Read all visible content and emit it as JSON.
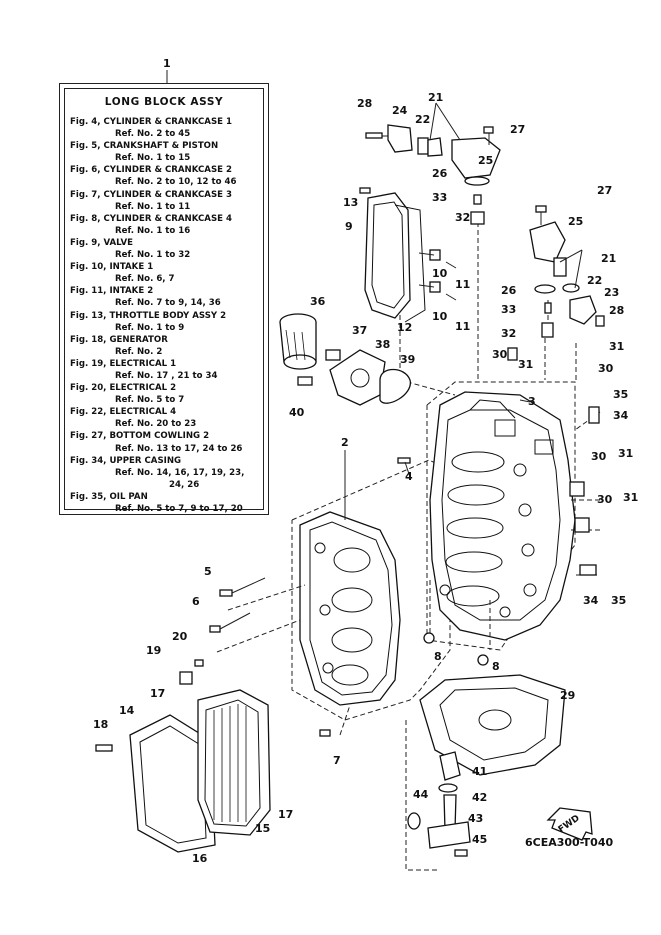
{
  "legend": {
    "ref_no": "1",
    "title": "LONG BLOCK ASSY",
    "entries": [
      {
        "fig": "Fig. 4, CYLINDER & CRANKCASE 1",
        "ref": "Ref. No. 2 to 45"
      },
      {
        "fig": "Fig. 5, CRANKSHAFT & PISTON",
        "ref": "Ref. No. 1 to 15"
      },
      {
        "fig": "Fig. 6, CYLINDER & CRANKCASE 2",
        "ref": "Ref. No. 2 to 10, 12 to 46"
      },
      {
        "fig": "Fig. 7, CYLINDER & CRANKCASE 3",
        "ref": "Ref. No. 1 to 11"
      },
      {
        "fig": "Fig. 8, CYLINDER & CRANKCASE 4",
        "ref": "Ref. No. 1 to 16"
      },
      {
        "fig": "Fig. 9, VALVE",
        "ref": "Ref. No. 1 to 32"
      },
      {
        "fig": "Fig. 10, INTAKE 1",
        "ref": "Ref. No. 6, 7"
      },
      {
        "fig": "Fig. 11, INTAKE 2",
        "ref": "Ref. No. 7 to 9, 14, 36"
      },
      {
        "fig": "Fig. 13, THROTTLE BODY ASSY 2",
        "ref": "Ref. No. 1 to 9"
      },
      {
        "fig": "Fig. 18, GENERATOR",
        "ref": "Ref. No. 2"
      },
      {
        "fig": "Fig. 19, ELECTRICAL 1",
        "ref": "Ref. No. 17 , 21 to 34"
      },
      {
        "fig": "Fig. 20, ELECTRICAL 2",
        "ref": "Ref. No. 5 to 7"
      },
      {
        "fig": "Fig. 22, ELECTRICAL 4",
        "ref": "Ref. No. 20 to 23"
      },
      {
        "fig": "Fig. 27, BOTTOM COWLING 2",
        "ref": "Ref. No. 13 to 17, 24 to 26"
      },
      {
        "fig": "Fig. 34, UPPER CASING",
        "ref": "Ref. No. 14, 16, 17, 19, 23,",
        "ref2": "24, 26"
      },
      {
        "fig": "Fig. 35, OIL PAN",
        "ref": "Ref. No. 5 to 7, 9 to 17, 20"
      }
    ]
  },
  "callouts": [
    "2",
    "3",
    "4",
    "5",
    "6",
    "7",
    "8",
    "8",
    "9",
    "10",
    "10",
    "11",
    "11",
    "12",
    "13",
    "14",
    "15",
    "16",
    "17",
    "17",
    "18",
    "19",
    "20",
    "21",
    "21",
    "22",
    "22",
    "23",
    "24",
    "25",
    "25",
    "26",
    "26",
    "27",
    "27",
    "28",
    "28",
    "29",
    "30",
    "30",
    "30",
    "30",
    "31",
    "31",
    "31",
    "31",
    "32",
    "32",
    "33",
    "33",
    "34",
    "34",
    "35",
    "35",
    "36",
    "37",
    "38",
    "39",
    "40",
    "41",
    "42",
    "43",
    "44",
    "45"
  ],
  "fwd_label": "FWD",
  "drawing_code": "6CEA300-T040"
}
